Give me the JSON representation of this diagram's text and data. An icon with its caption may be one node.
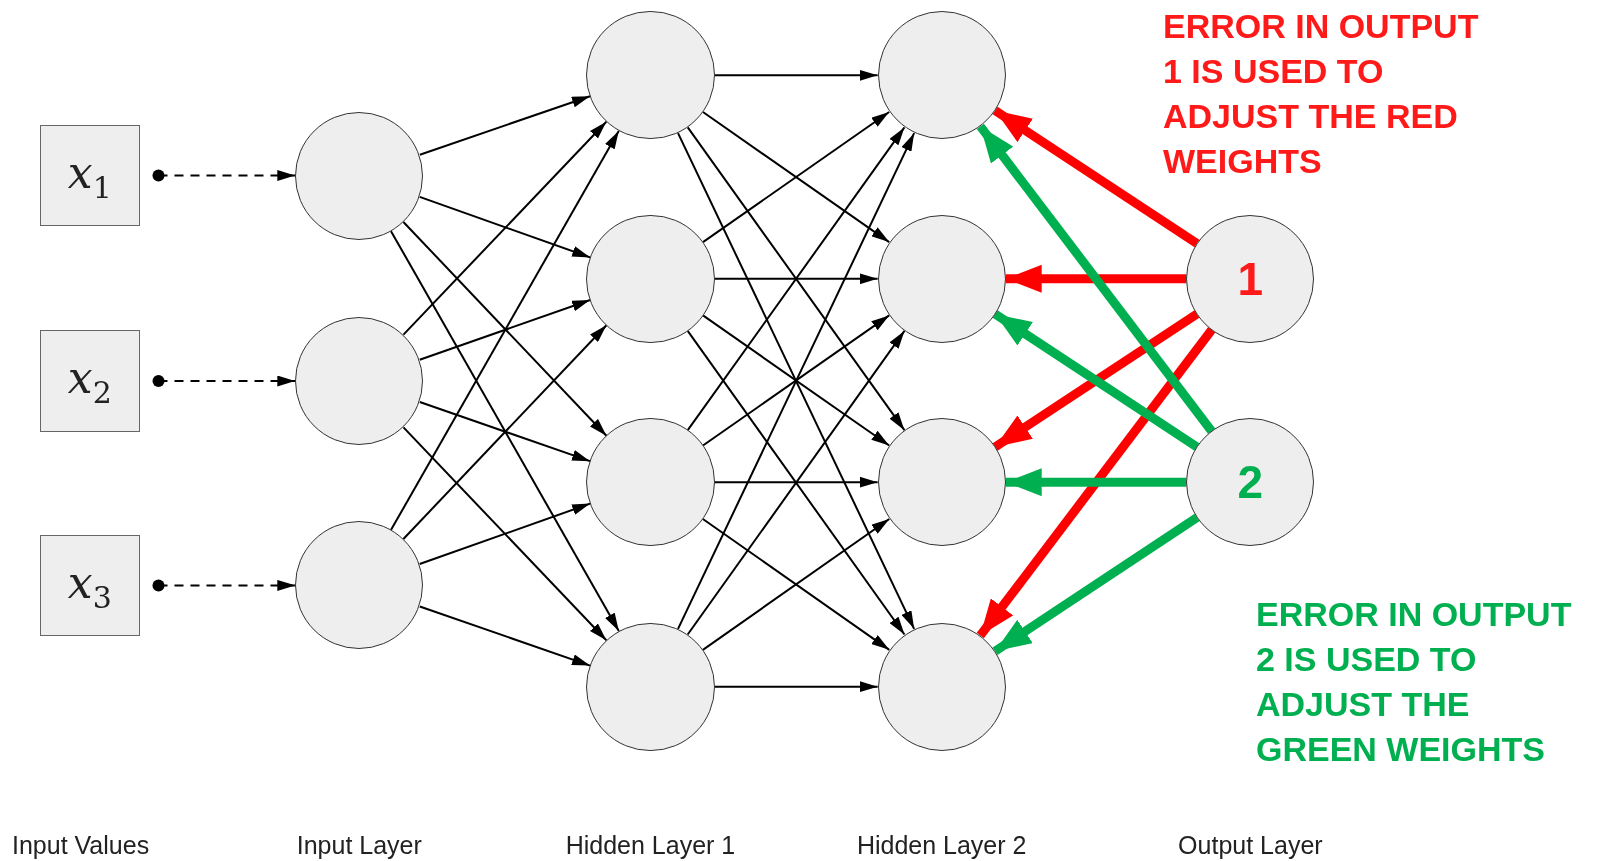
{
  "diagram": {
    "nodes": [
      {
        "text": [
          "x$_{1}$"
        ]
      },
      {
        "text": [
          "x$_{2}$"
        ]
      },
      {
        "text": [
          "x$_{3}$"
        ]
      },
      {
        "text": [],
        "shape": "circle"
      },
      {
        "text": [],
        "shape": "circle"
      },
      {
        "text": [],
        "shape": "circle"
      },
      {
        "text": [],
        "shape": "circle"
      },
      {
        "text": [],
        "shape": "circle"
      },
      {
        "text": [],
        "shape": "circle"
      },
      {
        "text": [],
        "shape": "circle"
      },
      {
        "text": [],
        "shape": "circle"
      },
      {
        "text": [],
        "shape": "circle"
      },
      {
        "text": [],
        "shape": "circle"
      },
      {
        "text": [],
        "shape": "circle"
      },
      {
        "text": [
          "1"
        ]
      },
      {
        "text": [
          "2"
        ]
      }
    ],
    "edges": [
      {
        "from": 0,
        "to": 3,
        "arrow": "to",
        "style": "dashed"
      },
      {
        "from": 1,
        "to": 4,
        "arrow": "to",
        "style": "dashed"
      },
      {
        "from": 2,
        "to": 5,
        "arrow": "to",
        "style": "dashed"
      },
      {
        "from": 3,
        "to": 6,
        "arrow": "to"
      },
      {
        "from": 3,
        "to": 7,
        "arrow": "to"
      },
      {
        "from": 3,
        "to": 8,
        "arrow": "to"
      },
      {
        "from": 3,
        "to": 9,
        "arrow": "to"
      },
      {
        "from": 4,
        "to": 6,
        "arrow": "to"
      },
      {
        "from": 4,
        "to": 7,
        "arrow": "to"
      },
      {
        "from": 4,
        "to": 8,
        "arrow": "to"
      },
      {
        "from": 4,
        "to": 9,
        "arrow": "to"
      },
      {
        "from": 5,
        "to": 6,
        "arrow": "to"
      },
      {
        "from": 5,
        "to": 7,
        "arrow": "to"
      },
      {
        "from": 5,
        "to": 8,
        "arrow": "to"
      },
      {
        "from": 5,
        "to": 9,
        "arrow": "to"
      },
      {
        "from": 6,
        "to": 10,
        "arrow": "to"
      },
      {
        "from": 6,
        "to": 11,
        "arrow": "to"
      },
      {
        "from": 6,
        "to": 12,
        "arrow": "to"
      },
      {
        "from": 6,
        "to": 13,
        "arrow": "to"
      },
      {
        "from": 7,
        "to": 10,
        "arrow": "to"
      },
      {
        "from": 7,
        "to": 11,
        "arrow": "to"
      },
      {
        "from": 7,
        "to": 12,
        "arrow": "to"
      },
      {
        "from": 7,
        "to": 13,
        "arrow": "to"
      },
      {
        "from": 8,
        "to": 10,
        "arrow": "to"
      },
      {
        "from": 8,
        "to": 11,
        "arrow": "to"
      },
      {
        "from": 8,
        "to": 12,
        "arrow": "to"
      },
      {
        "from": 8,
        "to": 13,
        "arrow": "to"
      },
      {
        "from": 9,
        "to": 10,
        "arrow": "to"
      },
      {
        "from": 9,
        "to": 11,
        "arrow": "to"
      },
      {
        "from": 9,
        "to": 12,
        "arrow": "to"
      },
      {
        "from": 9,
        "to": 13,
        "arrow": "to"
      },
      {
        "from": 14,
        "to": 10,
        "arrow": "to",
        "style": "thick",
        "color": "#ff0000"
      },
      {
        "from": 14,
        "to": 11,
        "arrow": "to",
        "style": "thick",
        "color": "#ff0000"
      },
      {
        "from": 14,
        "to": 12,
        "arrow": "to",
        "style": "thick",
        "color": "#ff0000"
      },
      {
        "from": 14,
        "to": 13,
        "arrow": "to",
        "style": "thick",
        "color": "#ff0000"
      },
      {
        "from": 15,
        "to": 10,
        "arrow": "to",
        "style": "thick",
        "color": "#00b050"
      },
      {
        "from": 15,
        "to": 11,
        "arrow": "to",
        "style": "thick",
        "color": "#00b050"
      },
      {
        "from": 15,
        "to": 12,
        "arrow": "to",
        "style": "thick",
        "color": "#00b050"
      },
      {
        "from": 15,
        "to": 13,
        "arrow": "to",
        "style": "thick",
        "color": "#00b050"
      }
    ],
    "labels": [
      "ERROR IN OUTPUT 1 IS USED TO ADJUST THE RED WEIGHTS",
      "ERROR IN OUTPUT 2 IS USED TO ADJUST THE GREEN WEIGHTS",
      "Input Values",
      "Input Layer",
      "Hidden Layer 1",
      "Hidden Layer 2",
      "Output Layer"
    ]
  }
}
